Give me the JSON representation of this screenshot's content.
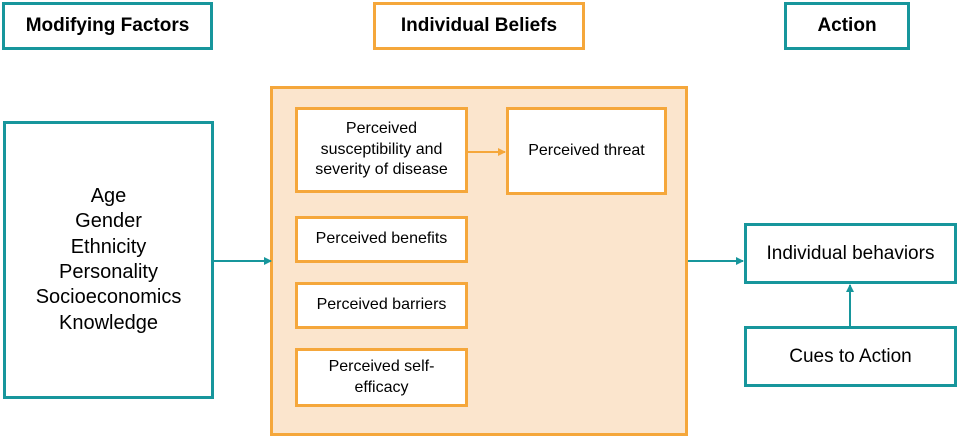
{
  "headers": {
    "modifying_factors": "Modifying Factors",
    "individual_beliefs": "Individual Beliefs",
    "action": "Action"
  },
  "modifying_factors": {
    "items": [
      "Age",
      "Gender",
      "Ethnicity",
      "Personality",
      "Socioeconomics",
      "Knowledge"
    ]
  },
  "beliefs": {
    "susceptibility": "Perceived susceptibility and severity of disease",
    "threat": "Perceived threat",
    "benefits": "Perceived benefits",
    "barriers": "Perceived barriers",
    "self_efficacy": "Perceived self-efficacy"
  },
  "action": {
    "behaviors": "Individual behaviors",
    "cues": "Cues to Action"
  },
  "colors": {
    "teal": "#17969c",
    "orange": "#f5a73b",
    "container_fill": "#fbe5cd"
  }
}
